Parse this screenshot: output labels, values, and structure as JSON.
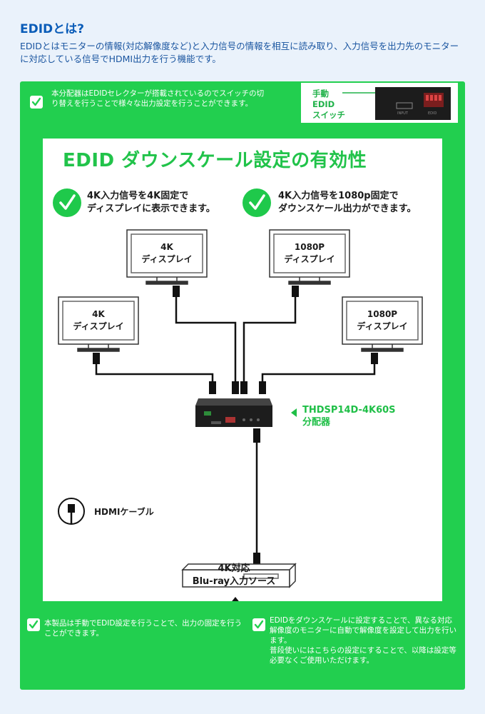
{
  "header": {
    "title": "EDIDとは?",
    "description": "EDIDとはモニターの情報(対応解像度など)と入力信号の情報を相互に読み取り、入力信号を出力先のモニターに対応している信号でHDMI出力を行う機能です。"
  },
  "top_note": {
    "text": "本分配器はEDIDセレクターが搭載されているのでスイッチの切り替えを行うことで様々な出力設定を行うことができます。"
  },
  "switch_callout": {
    "label_line1": "手動",
    "label_line2": "EDID",
    "label_line3": "スイッチ",
    "input_text": "INPUT",
    "edid_text": "EDID"
  },
  "card": {
    "title": "EDID ダウンスケール設定の有効性",
    "feature_left_line1": "4K入力信号を4K固定で",
    "feature_left_line2": "ディスプレイに表示できます。",
    "feature_right_line1": "4K入力信号を1080p固定で",
    "feature_right_line2": "ダウンスケール出力ができます。"
  },
  "monitors": [
    {
      "line1": "4K",
      "line2": "ディスプレイ"
    },
    {
      "line1": "1080P",
      "line2": "ディスプレイ"
    },
    {
      "line1": "4K",
      "line2": "ディスプレイ"
    },
    {
      "line1": "1080P",
      "line2": "ディスプレイ"
    }
  ],
  "device": {
    "model": "THDSP14D-4K60S",
    "name": "分配器"
  },
  "legend": {
    "hdmi_cable": "HDMIケーブル"
  },
  "source": {
    "line1": "4K対応",
    "line2": "Blu-ray入力ソース"
  },
  "bottom_notes": {
    "left": "本製品は手動でEDID設定を行うことで、出力の固定を行うことができます。",
    "right_line1": "EDIDをダウンスケールに設定することで、異なる対応解像度のモニターに自動で解像度を設定して出力を行います。",
    "right_line2": "普段使いにはこちらの設定にすることで、以降は設定等必要なくご使用いただけます。"
  },
  "colors": {
    "panel_green": "#22cf4f",
    "title_blue": "#0a5cb8"
  }
}
